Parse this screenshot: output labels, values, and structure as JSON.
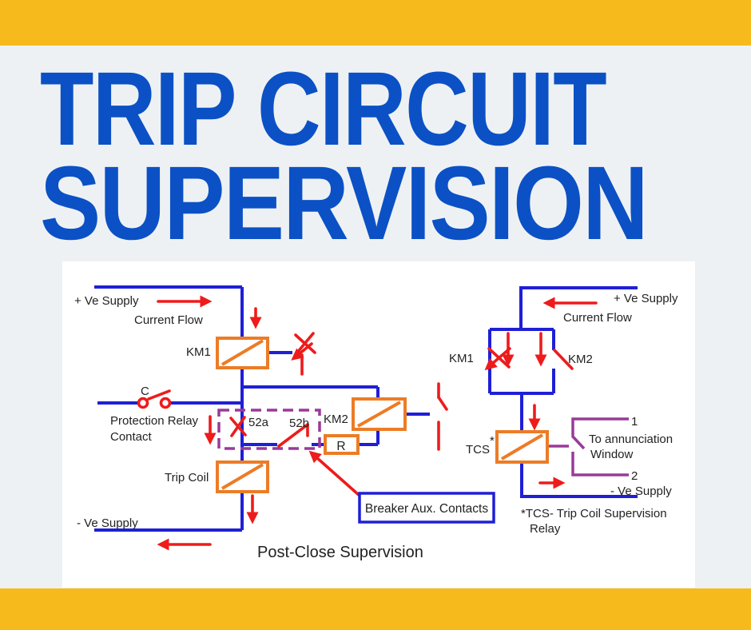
{
  "title": {
    "line1": "TRIP CIRCUIT",
    "line2": "SUPERVISION"
  },
  "colors": {
    "banner_yellow": "#f7ba1c",
    "background": "#eef1f4",
    "title_blue": "#0b51c5",
    "wire_blue": "#1f1fd6",
    "relay_orange": "#ec7c26",
    "arrow_red": "#ee1b1b",
    "supervision_purple": "#9a3a9a",
    "label_black": "#222222"
  },
  "diagram": {
    "left": {
      "pos_supply": "+ Ve Supply",
      "current_flow": "Current Flow",
      "km1_label": "KM1",
      "contact_c": "C",
      "protection_relay_line1": "Protection Relay",
      "protection_relay_line2": "Contact",
      "aux_52a": "52a",
      "aux_52b": "52b",
      "km2_label": "KM2",
      "resistor_label": "R",
      "trip_coil_label": "Trip Coil",
      "neg_supply": "- Ve Supply",
      "breaker_aux_box": "Breaker Aux. Contacts",
      "caption": "Post-Close Supervision"
    },
    "right": {
      "pos_supply": "+ Ve Supply",
      "current_flow": "Current Flow",
      "km1_label": "KM1",
      "km2_label": "KM2",
      "tcs_label": "TCS",
      "tcs_asterisk": "*",
      "terminal_1": "1",
      "terminal_2": "2",
      "annunciation_line1": "To annunciation",
      "annunciation_line2": "Window",
      "neg_supply": "- Ve Supply",
      "footnote_line1": "*TCS- Trip Coil Supervision",
      "footnote_line2": "Relay"
    }
  }
}
